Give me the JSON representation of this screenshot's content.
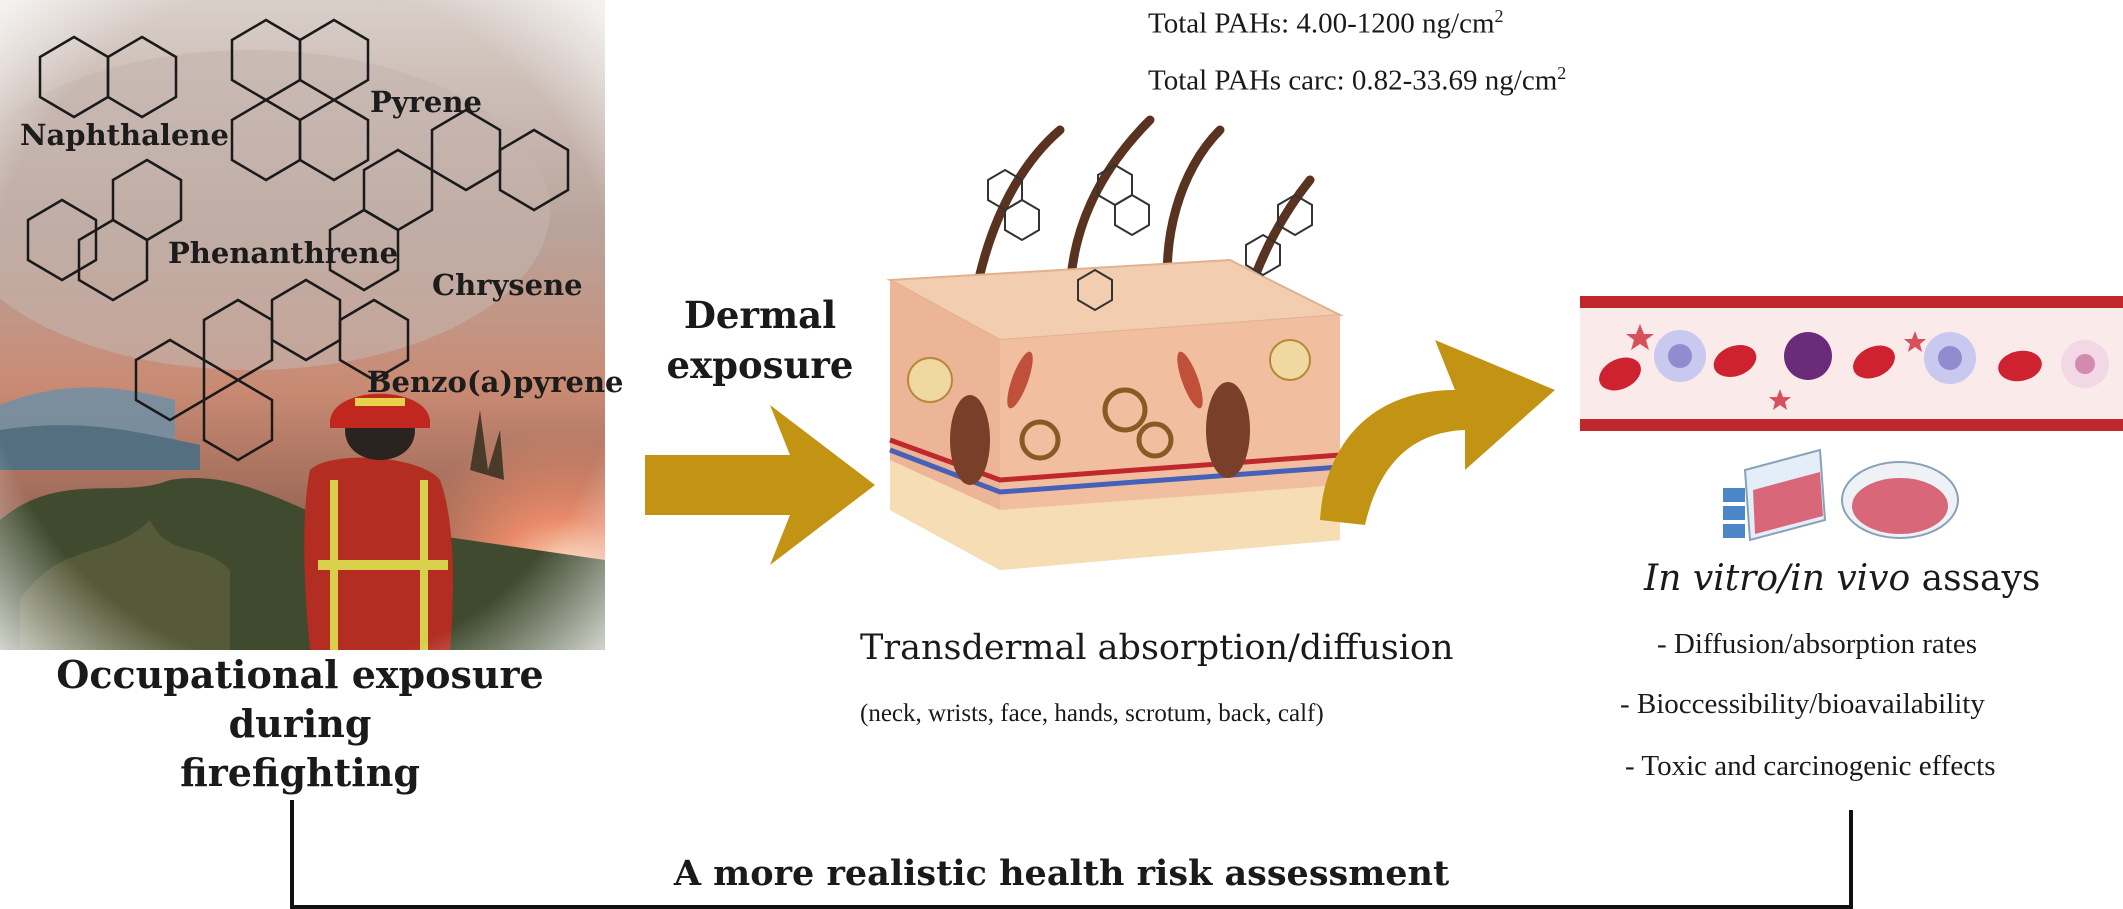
{
  "stats": {
    "total_pahs_prefix": "Total PAHs: 4.00-1200 ng/cm",
    "total_pahs_sup": "2",
    "total_pahs_carc_prefix": "Total PAHs carc: 0.82-33.69 ng/cm",
    "total_pahs_carc_sup": "2"
  },
  "compounds": {
    "naphthalene": "Naphthalene",
    "pyrene": "Pyrene",
    "phenanthrene": "Phenanthrene",
    "chrysene": "Chrysene",
    "benzo_a_pyrene": "Benzo(a)pyrene"
  },
  "left_caption": {
    "line1": "Occupational exposure during",
    "line2": "firefighting"
  },
  "arrow_label": {
    "line1": "Dermal",
    "line2": "exposure"
  },
  "middle": {
    "title": "Transdermal  absorption/diffusion",
    "subtitle": "(neck, wrists, face, hands, scrotum, back, calf)"
  },
  "right": {
    "title_italic": "In vitro/in vivo",
    "title_rest": " assays",
    "items": [
      "- Diffusion/absorption rates",
      "- Bioccessibility/bioavailability",
      "- Toxic  and carcinogenic effects"
    ]
  },
  "bottom": {
    "title": "A more realistic health risk assessment"
  },
  "colors": {
    "arrow": "#c39414",
    "blood_vessel": "#c0282e",
    "smoke": "#b79b8e"
  }
}
